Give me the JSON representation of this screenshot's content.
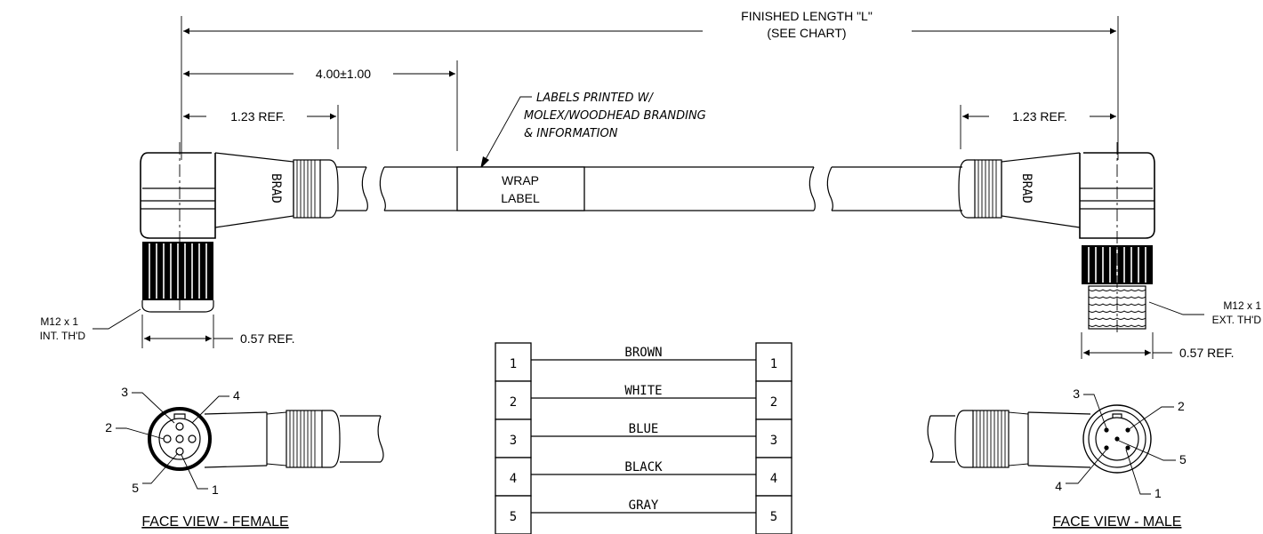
{
  "dimensions": {
    "finished_length_line1": "FINISHED LENGTH \"L\"",
    "finished_length_line2": "(SEE CHART)",
    "offset": "4.00±1.00",
    "ref_left": "1.23 REF.",
    "ref_right": "1.23 REF.",
    "dia_left": "0.57 REF.",
    "dia_right": "0.57 REF."
  },
  "labels_note": {
    "line1": "LABELS PRINTED W/",
    "line2": "MOLEX/WOODHEAD BRANDING",
    "line3": "& INFORMATION"
  },
  "wrap_label": {
    "line1": "WRAP",
    "line2": "LABEL"
  },
  "brand_mark": "BRAD",
  "threads": {
    "female_line1": "M12 x 1",
    "female_line2": "INT. TH'D",
    "male_line1": "M12 x 1",
    "male_line2": "EXT. TH'D"
  },
  "face_views": {
    "female_caption": "FACE VIEW - FEMALE",
    "male_caption": "FACE VIEW - MALE",
    "female_pins": [
      "1",
      "2",
      "3",
      "4",
      "5"
    ],
    "male_pins": [
      "1",
      "2",
      "3",
      "4",
      "5"
    ]
  },
  "wiring": [
    {
      "pin_left": "1",
      "color": "BROWN",
      "pin_right": "1"
    },
    {
      "pin_left": "2",
      "color": "WHITE",
      "pin_right": "2"
    },
    {
      "pin_left": "3",
      "color": "BLUE",
      "pin_right": "3"
    },
    {
      "pin_left": "4",
      "color": "BLACK",
      "pin_right": "4"
    },
    {
      "pin_left": "5",
      "color": "GRAY",
      "pin_right": "5"
    }
  ]
}
